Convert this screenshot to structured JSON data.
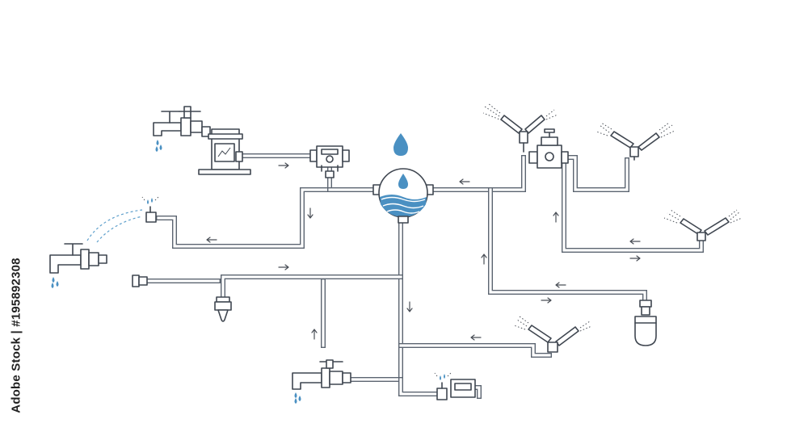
{
  "stock_id_label": "Adobe Stock | #195892308",
  "colors": {
    "pipe_outline": "#5b6470",
    "water_blue": "#4a90c2",
    "line_dark": "#3f4650",
    "background": "#ffffff"
  },
  "components": [
    "wall-faucet-with-pump",
    "water-pump",
    "filter-valve",
    "water-tank",
    "garden-faucet",
    "hose-sprinkler-nozzle",
    "pressure-reducer",
    "rotary-sprinkler",
    "well-pump-float",
    "water-meter",
    "ground-faucet"
  ],
  "icons": [
    "water-drop-icon",
    "flow-arrow-icon",
    "sprinkler-icon",
    "faucet-icon",
    "pump-icon"
  ]
}
